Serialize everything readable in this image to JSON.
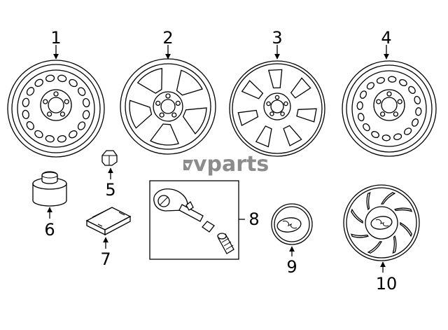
{
  "diagram": {
    "watermark": "vparts",
    "callouts": {
      "c1": "1",
      "c2": "2",
      "c3": "3",
      "c4": "4",
      "c5": "5",
      "c6": "6",
      "c7": "7",
      "c8": "8",
      "c9": "9",
      "c10": "10"
    }
  }
}
